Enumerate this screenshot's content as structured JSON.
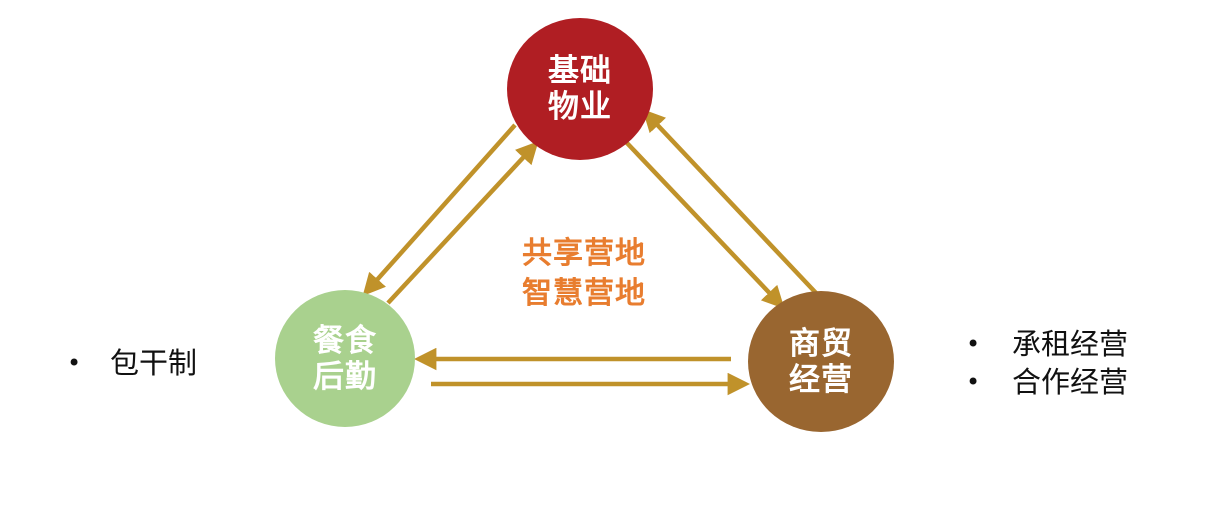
{
  "colors": {
    "arrow": "#c0922a",
    "node_top": "#b01e23",
    "node_left": "#a9d18e",
    "node_right": "#996630",
    "center_text": "#e87d2f"
  },
  "nodes": {
    "top": {
      "line1": "基础",
      "line2": "物业"
    },
    "left": {
      "line1": "餐食",
      "line2": "后勤"
    },
    "right": {
      "line1": "商贸",
      "line2": "经营"
    }
  },
  "center": {
    "line1": "共享营地",
    "line2": "智慧营地"
  },
  "left_bullets": [
    "包干制"
  ],
  "right_bullets": [
    "承租经营",
    "合作经营"
  ],
  "bullet_symbol": "•"
}
